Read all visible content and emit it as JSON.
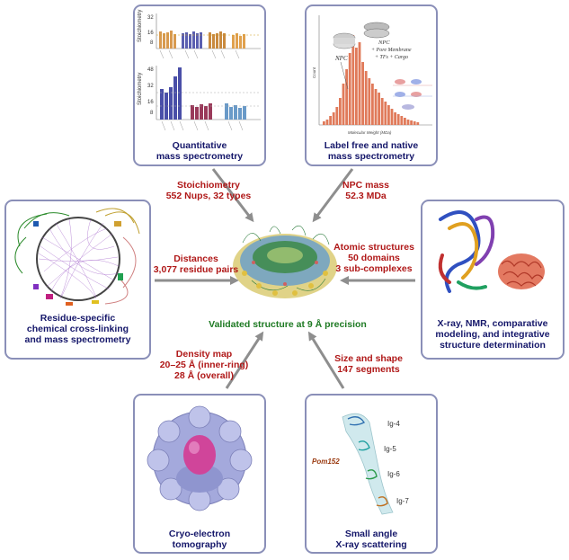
{
  "panels": {
    "quant_ms": "Quantitative\nmass spectrometry",
    "label_free": "Label free and native\nmass spectrometry",
    "crosslink": "Residue-specific\nchemical cross-linking\nand mass spectrometry",
    "xray": "X-ray, NMR, comparative\nmodeling, and integrative\nstructure determination",
    "cryo": "Cryo-electron\ntomography",
    "saxs": "Small angle\nX-ray scattering"
  },
  "flows": {
    "stoichiometry": "Stoichiometry\n552 Nups, 32 types",
    "npc_mass": "NPC mass\n52.3 MDa",
    "distances": "Distances\n3,077 residue pairs",
    "atomic": "Atomic structures\n50 domains\n3 sub-complexes",
    "density": "Density map\n20–25 Å (inner-ring)\n28 Å (overall)",
    "size_shape": "Size and shape\n147 segments"
  },
  "center": "Validated structure at 9 Å precision",
  "quant_chart": {
    "top_yticks": [
      "32",
      "16",
      "8"
    ],
    "bottom_yticks": [
      "48",
      "32",
      "16",
      "8"
    ],
    "ylabel": "Stoichiometry"
  },
  "mass_hist": {
    "npc_label": "NPC",
    "npc_plus": "NPC\n+ Pore Membrane\n+ TFs + Cargo",
    "ylabel": "Count",
    "xlabel": "Molecular Weight (MDa)"
  },
  "saxs_labels": {
    "protein": "Pom152",
    "ig4": "Ig-4",
    "ig5": "Ig-5",
    "ig6": "Ig-6",
    "ig7": "Ig-7"
  },
  "colors": {
    "border": "#8a8fb8",
    "caption": "#15176a",
    "flow": "#b01818",
    "center": "#1e7a23",
    "arrow": "#8e8e8e"
  }
}
